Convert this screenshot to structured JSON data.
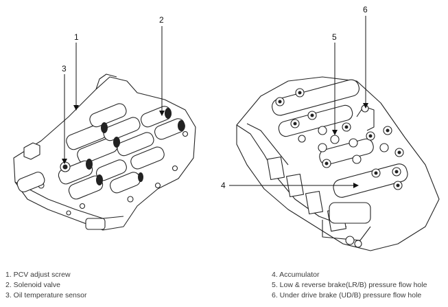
{
  "callouts": {
    "c1": "1",
    "c2": "2",
    "c3": "3",
    "c4": "4",
    "c5": "5",
    "c6": "6"
  },
  "legend": {
    "left": [
      "1. PCV adjust screw",
      "2. Solenoid valve",
      "3. Oil temperature sensor"
    ],
    "right": [
      "4. Accumulator",
      "5. Low & reverse brake(LR/B) pressure flow hole",
      "6. Under drive brake (UD/B) pressure flow hole"
    ]
  }
}
